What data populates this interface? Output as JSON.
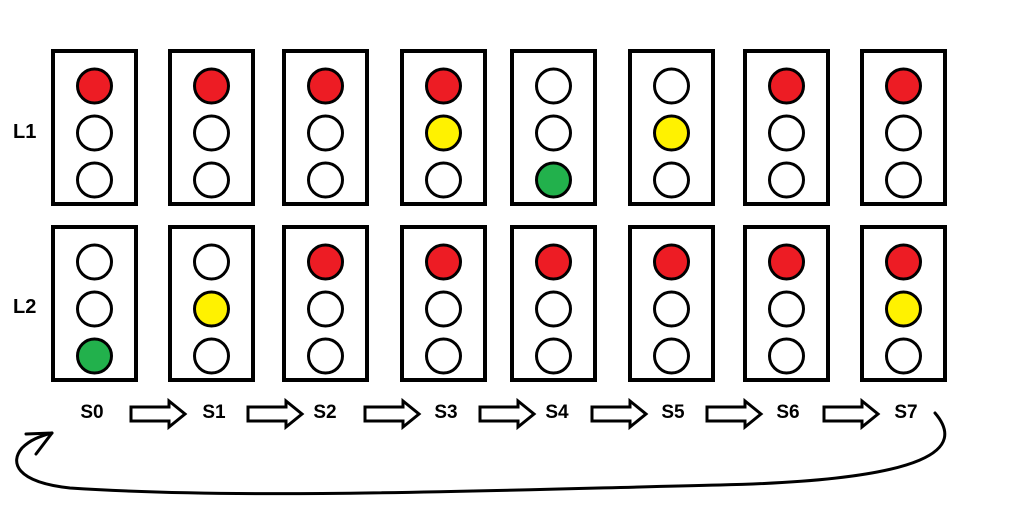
{
  "rows": [
    {
      "label": "L1",
      "states": [
        "red",
        "red",
        "red",
        "red-yellow",
        "green",
        "yellow",
        "red",
        "red"
      ]
    },
    {
      "label": "L2",
      "states": [
        "green",
        "yellow",
        "red",
        "red",
        "red",
        "red",
        "red",
        "red-yellow"
      ]
    }
  ],
  "state_labels": [
    "S0",
    "S1",
    "S2",
    "S3",
    "S4",
    "S5",
    "S6",
    "S7"
  ],
  "colors": {
    "red": "#ed1c24",
    "yellow": "#fff200",
    "green": "#22b14c",
    "off": "#ffffff",
    "stroke": "#000000"
  }
}
